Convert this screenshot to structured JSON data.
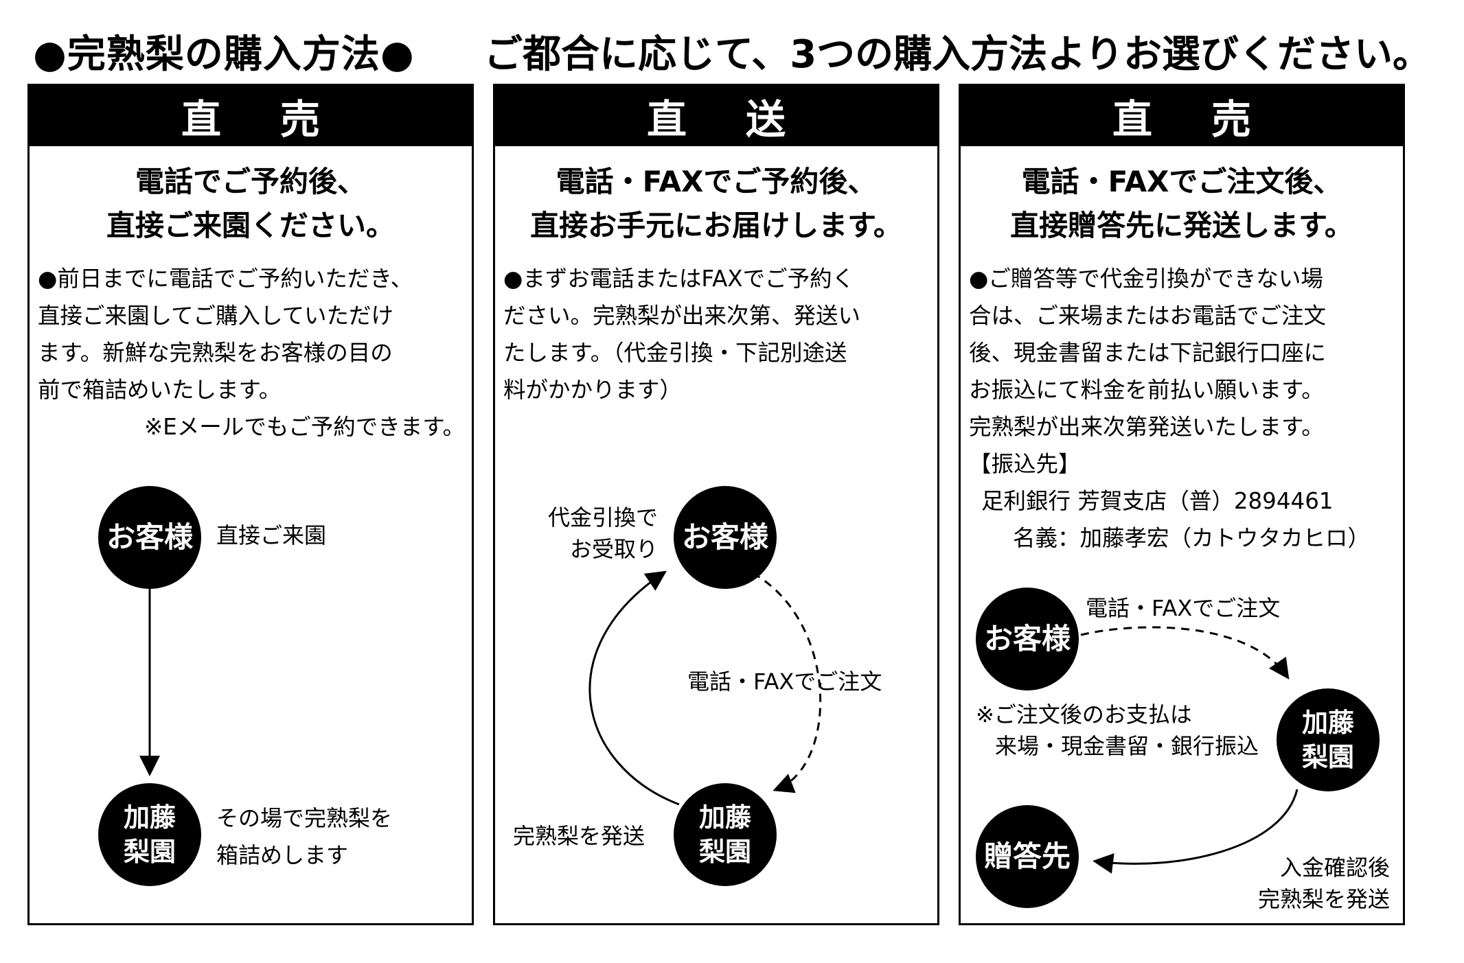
{
  "page": {
    "title": "●完熟梨の購入方法●",
    "subtitle": "ご都合に応じて、3つの購入方法よりお選びください。"
  },
  "panels": [
    {
      "header": "直売",
      "lead": [
        "電話でご予約後、",
        "直接ご来園ください。"
      ],
      "body": [
        "●前日までに電話でご予約いただき、",
        "直接ご来園してご購入していただけ",
        "ます。新鮮な完熟梨をお客様の目の",
        "前で箱詰めいたします。"
      ],
      "note": "※Eメールでもご予約できます。",
      "diagram": {
        "customer": "お客様",
        "farm": [
          "加藤",
          "梨園"
        ],
        "arrow_label": "直接ご来園",
        "farm_label": [
          "その場で完熟梨を",
          "箱詰めします"
        ]
      }
    },
    {
      "header": "直送",
      "lead": [
        "電話・FAXでご予約後、",
        "直接お手元にお届けします。"
      ],
      "body": [
        "●まずお電話またはFAXでご予約く",
        "ださい。完熟梨が出来次第、発送い",
        "たします。（代金引換・下記別途送",
        "料がかかります）"
      ],
      "diagram": {
        "customer": "お客様",
        "farm": [
          "加藤",
          "梨園"
        ],
        "receive_label": [
          "代金引換で",
          "お受取り"
        ],
        "order_label": "電話・FAXでご注文",
        "ship_label": "完熟梨を発送"
      }
    },
    {
      "header": "直売",
      "lead": [
        "電話・FAXでご注文後、",
        "直接贈答先に発送します。"
      ],
      "body": [
        "●ご贈答等で代金引換ができない場",
        "合は、ご来場またはお電話でご注文",
        "後、現金書留または下記銀行口座に",
        "お振込にて料金を前払い願います。",
        "完熟梨が出来次第発送いたします。"
      ],
      "bank": {
        "heading": "【振込先】",
        "account": "足利銀行 芳賀支店（普）2894461",
        "holder": "名義：加藤孝宏（カトウタカヒロ）"
      },
      "diagram": {
        "customer": "お客様",
        "farm": [
          "加藤",
          "梨園"
        ],
        "recipient": "贈答先",
        "order_label": "電話・FAXでご注文",
        "payment_note": [
          "※ご注文後のお支払は",
          "来場・現金書留・銀行振込"
        ],
        "ship_label": [
          "入金確認後",
          "完熟梨を発送"
        ]
      }
    }
  ]
}
